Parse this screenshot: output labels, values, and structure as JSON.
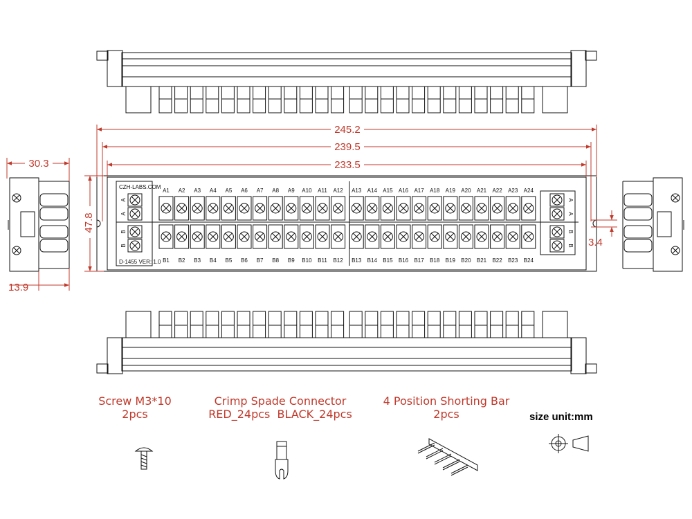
{
  "dimensions": {
    "overall_length": "245.2",
    "mount_pitch": "239.5",
    "body_length": "233.5",
    "height": "47.8",
    "side_width": "30.3",
    "side_depth": "13.9",
    "hole_offset": "3.4"
  },
  "board": {
    "brand": "CZH-LABS.COM",
    "model": "D-1455 VER: 1.0",
    "row_a": [
      "A1",
      "A2",
      "A3",
      "A4",
      "A5",
      "A6",
      "A7",
      "A8",
      "A9",
      "A10",
      "A11",
      "A12",
      "A13",
      "A14",
      "A15",
      "A16",
      "A17",
      "A18",
      "A19",
      "A20",
      "A21",
      "A22",
      "A23",
      "A24"
    ],
    "row_b": [
      "B1",
      "B2",
      "B3",
      "B4",
      "B5",
      "B6",
      "B7",
      "B8",
      "B9",
      "B10",
      "B11",
      "B12",
      "B13",
      "B14",
      "B15",
      "B16",
      "B17",
      "B18",
      "B19",
      "B20",
      "B21",
      "B22",
      "B23",
      "B24"
    ],
    "side_letters": [
      "A",
      "A",
      "B",
      "B"
    ]
  },
  "accessories": [
    {
      "line1": "Screw M3*10",
      "line2": "2pcs"
    },
    {
      "line1": "Crimp Spade Connector",
      "line2": "RED_24pcs  BLACK_24pcs"
    },
    {
      "line1": "4 Position Shorting Bar",
      "line2": "2pcs"
    }
  ],
  "size_unit": "size unit:mm",
  "colors": {
    "dimension": "#c0392b",
    "line": "#111111",
    "background": "#ffffff"
  }
}
